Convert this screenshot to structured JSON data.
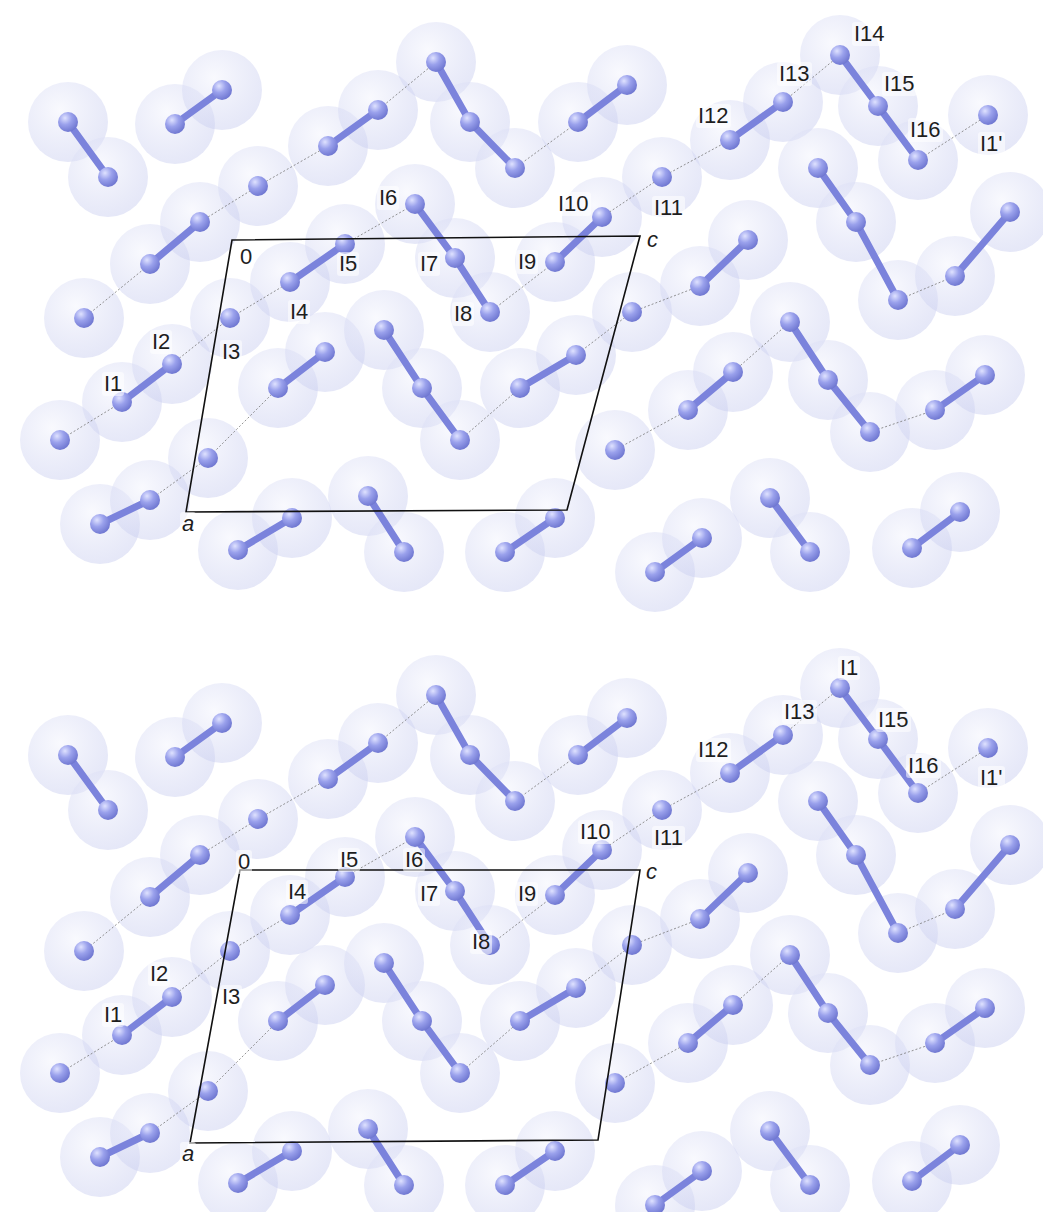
{
  "diagram": {
    "labels": [
      "I14",
      "I13",
      "I15",
      "I12",
      "I16",
      "I1'",
      "I6",
      "I10",
      "I11",
      "0",
      "I5",
      "c",
      "I7",
      "I9",
      "I4",
      "I8",
      "I3",
      "I2",
      "I1",
      "a",
      "I1",
      "I13",
      "I15",
      "I12",
      "I16",
      "I1'",
      "I10",
      "I11",
      "0",
      "I5",
      "I6",
      "I4",
      "I7",
      "I9",
      "c",
      "I2",
      "I3",
      "I8",
      "I1",
      "a"
    ]
  }
}
